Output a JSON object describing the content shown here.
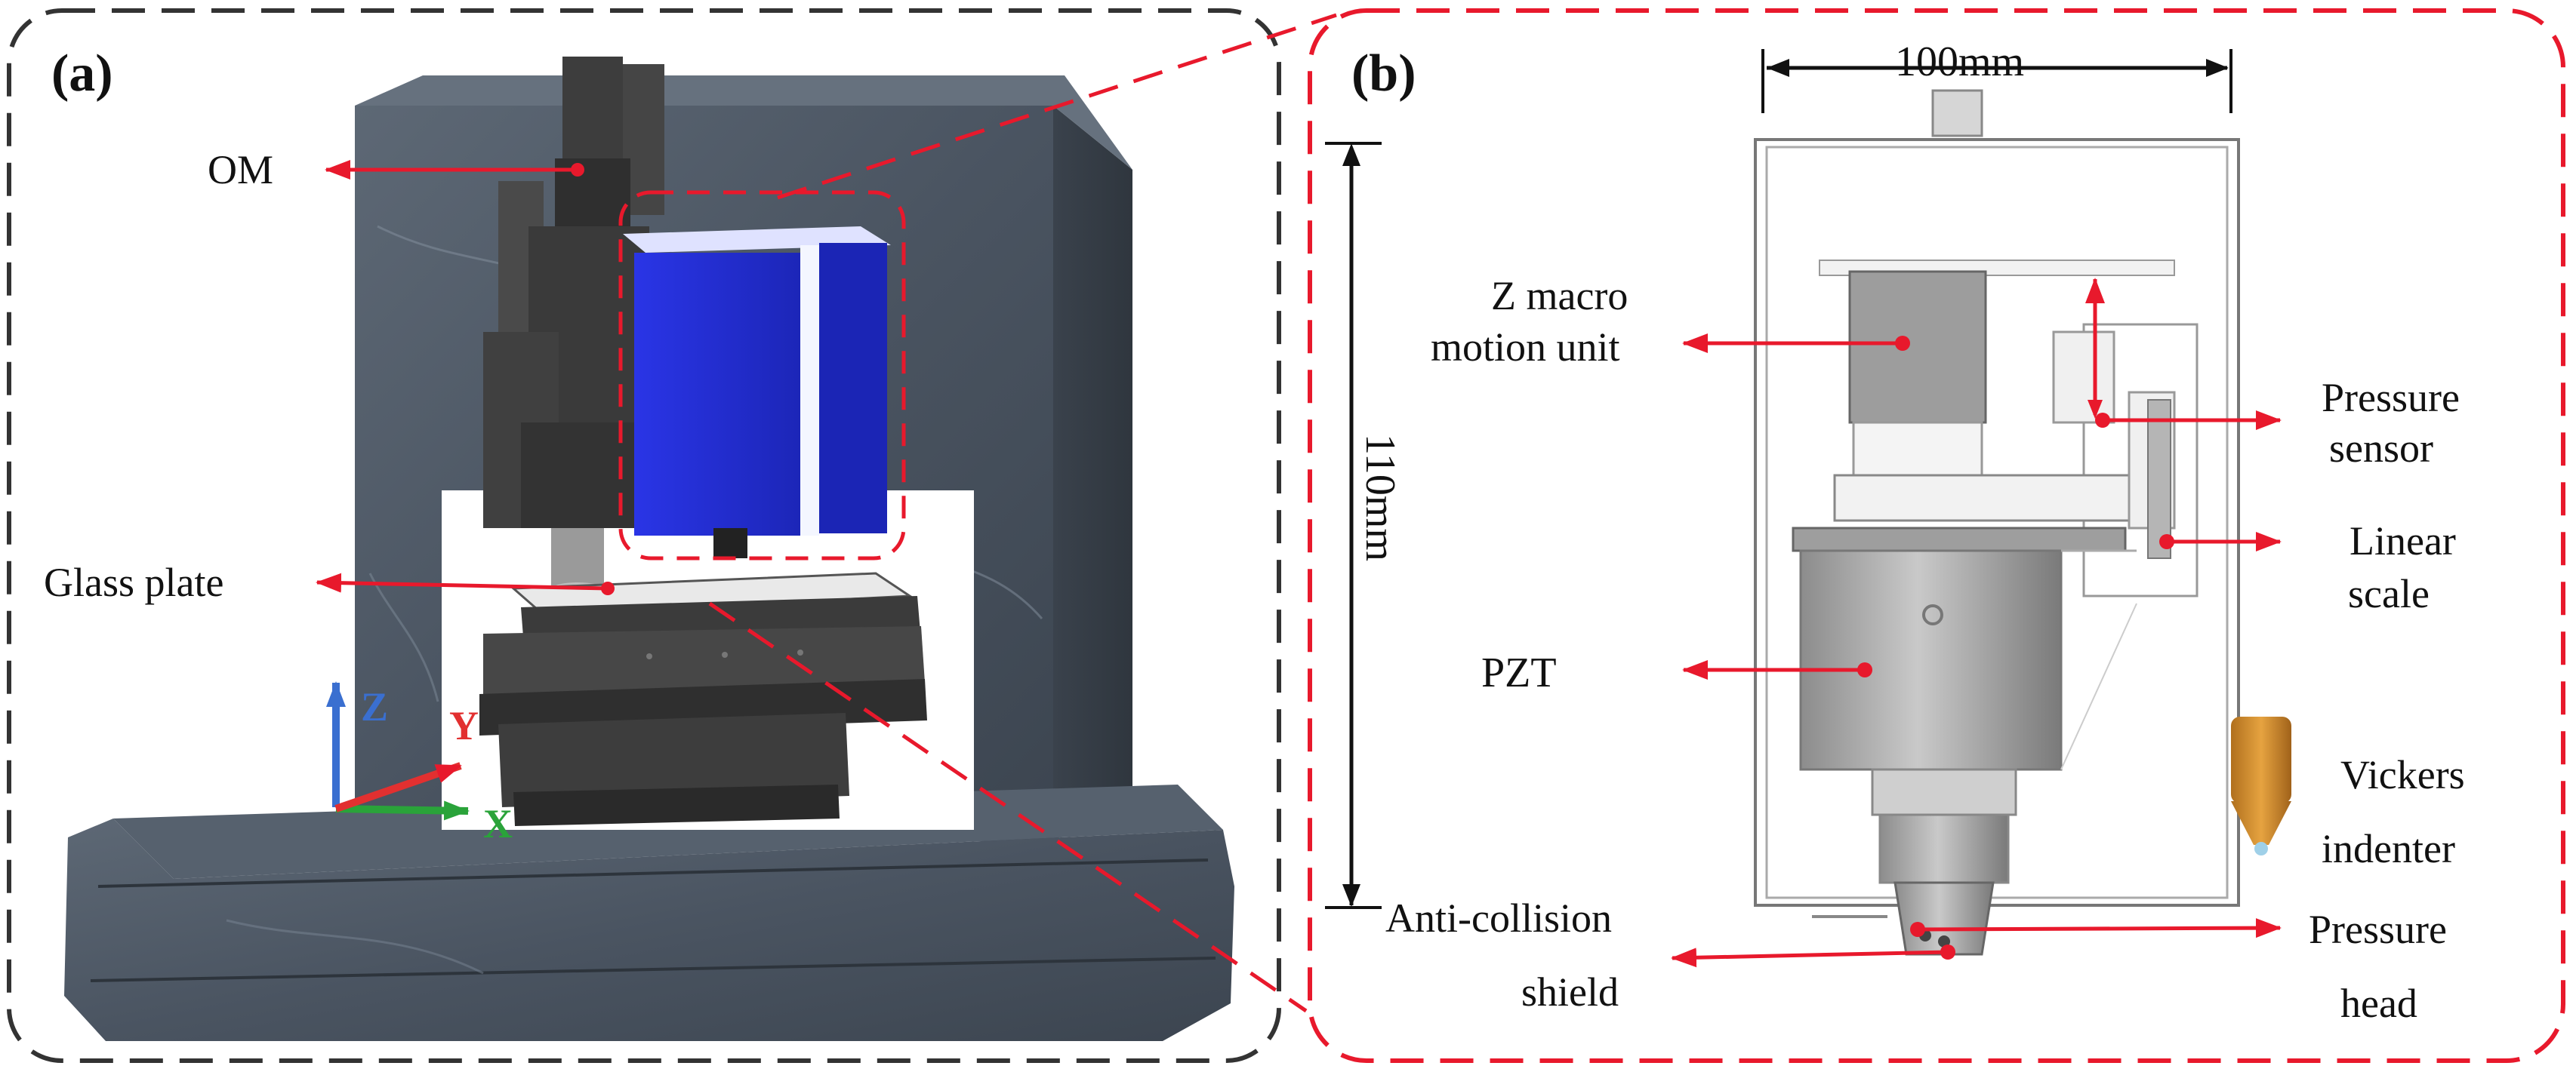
{
  "panel_a": {
    "tag": "(a)",
    "labels": {
      "om": "OM",
      "glass_plate": "Glass plate"
    },
    "axes": {
      "z": "Z",
      "y": "Y",
      "x": "X"
    }
  },
  "panel_b": {
    "tag": "(b)",
    "dimensions": {
      "width": "100mm",
      "height": "110mm"
    },
    "labels": {
      "z_macro_line1": "Z macro",
      "z_macro_line2": "motion unit",
      "pzt": "PZT",
      "anti_collision_line1": "Anti-collision",
      "anti_collision_line2": "shield",
      "pressure_sensor_line1": "Pressure",
      "pressure_sensor_line2": "sensor",
      "linear_scale_line1": "Linear",
      "linear_scale_line2": "scale",
      "vickers_line1": "Vickers",
      "vickers_line2": "indenter",
      "pressure_head_line1": "Pressure",
      "pressure_head_line2": "head"
    }
  },
  "colors": {
    "callout_red": "#e8192c",
    "panel_a_frame": "#333333",
    "granite": "#4d5866",
    "module_blue": "#2430d8",
    "axis_z": "#3a6fd0",
    "axis_y": "#e23030",
    "axis_x": "#2aa33a"
  }
}
